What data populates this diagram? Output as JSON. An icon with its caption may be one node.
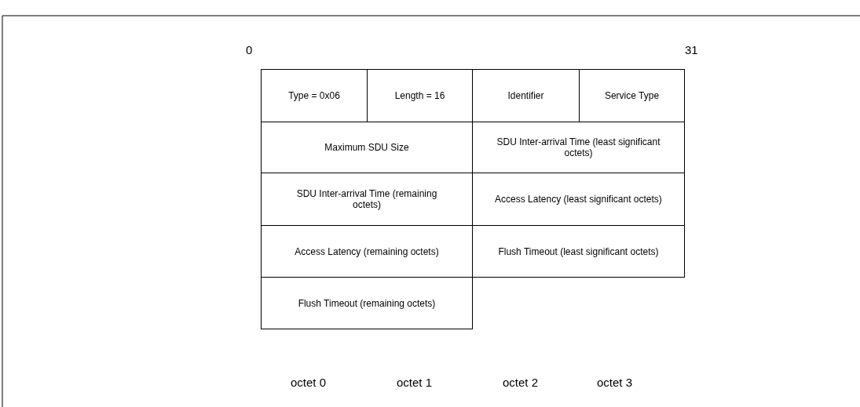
{
  "diagram": {
    "nodes": [
      {
        "text": [
          "Type = 0x06"
        ]
      },
      {
        "text": [
          "Length = 16"
        ]
      },
      {
        "text": [
          "Identifier"
        ]
      },
      {
        "text": [
          "Service Type"
        ]
      },
      {
        "text": [
          "Maximum SDU Size"
        ]
      },
      {
        "text": [
          "SDU Inter-arrival Time (least significant octets)"
        ]
      },
      {
        "text": [
          "SDU Inter-arrival Time (remaining octets)"
        ]
      },
      {
        "text": [
          "Access Latency (least significant octets)"
        ]
      },
      {
        "text": [
          "Access Latency (remaining octets)"
        ]
      },
      {
        "text": [
          "Flush Timeout (least significant octets)"
        ]
      },
      {
        "text": [
          "Flush Timeout (remaining octets)"
        ]
      }
    ],
    "labels": [
      "0",
      "31",
      "octet 0",
      "octet 1",
      "octet 2",
      "octet 3"
    ]
  }
}
